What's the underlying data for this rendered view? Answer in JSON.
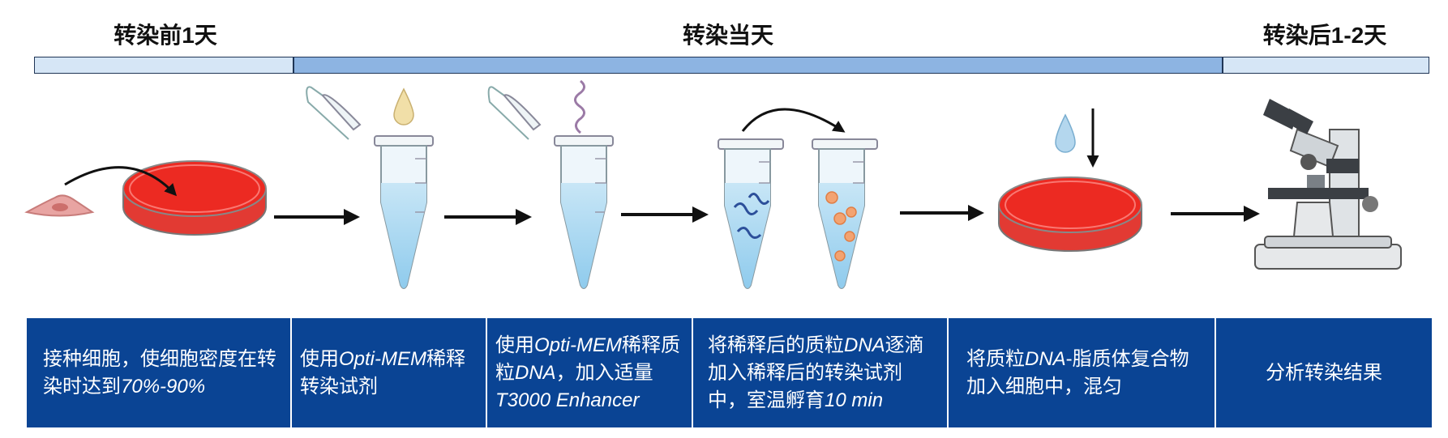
{
  "phases": {
    "before": "转染前1天",
    "day_of": "转染当天",
    "after": "转染后1-2天"
  },
  "colors": {
    "timeline_light": "#d6e6f6",
    "timeline_mid": "#8db4e2",
    "step_box": "#0a4494",
    "culture_red": "#ec2a22"
  },
  "icons": [
    "cell-icon",
    "petri-dish-icon",
    "arrow-icon",
    "tube-icon",
    "drop-icon",
    "dna-strand-icon",
    "curved-arrow-icon",
    "lipid-particle-icon",
    "microscope-icon"
  ],
  "steps": [
    {
      "parts": [
        {
          "t": "接种细胞，使细胞密度在转染时达到"
        },
        {
          "t": "70%-90%",
          "i": true
        }
      ]
    },
    {
      "parts": [
        {
          "t": "使用"
        },
        {
          "t": "Opti-MEM",
          "i": true
        },
        {
          "t": "稀释转染试剂"
        }
      ]
    },
    {
      "parts": [
        {
          "t": "使用"
        },
        {
          "t": "Opti-MEM",
          "i": true
        },
        {
          "t": "稀释质粒"
        },
        {
          "t": "DNA",
          "i": true
        },
        {
          "t": "，加入适量"
        },
        {
          "t": "T3000 Enhancer",
          "i": true
        }
      ]
    },
    {
      "parts": [
        {
          "t": "将稀释后的质粒"
        },
        {
          "t": "DNA",
          "i": true
        },
        {
          "t": "逐滴加入稀释后的转染试剂中，室温孵育"
        },
        {
          "t": "10 min",
          "i": true
        }
      ]
    },
    {
      "parts": [
        {
          "t": "将质粒"
        },
        {
          "t": "DNA",
          "i": true
        },
        {
          "t": "-脂质体复合物加入细胞中，混匀"
        }
      ]
    },
    {
      "parts": [
        {
          "t": "分析转染结果"
        }
      ]
    }
  ]
}
